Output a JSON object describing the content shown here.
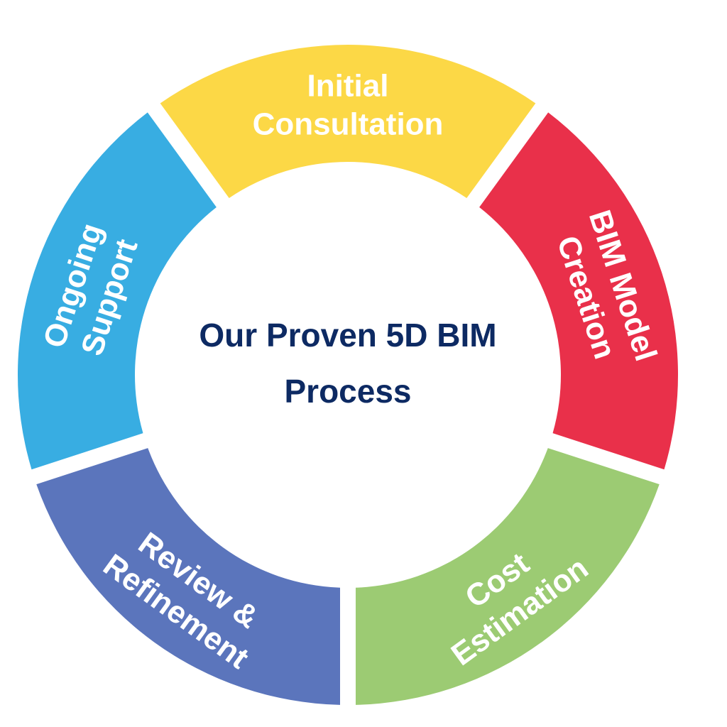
{
  "center": {
    "title_line1": "Our Proven 5D BIM",
    "title_line2": "Process"
  },
  "segments": [
    {
      "id": "initial-consultation",
      "line1": "Initial",
      "line2": "Consultation",
      "color": "#fcd846"
    },
    {
      "id": "bim-model-creation",
      "line1": "BIM Model",
      "line2": "Creation",
      "color": "#e9304a"
    },
    {
      "id": "cost-estimation",
      "line1": "Cost",
      "line2": "Estimation",
      "color": "#9ccb73"
    },
    {
      "id": "review-refinement",
      "line1": "Review &",
      "line2": "Refinement",
      "color": "#5b75bc"
    },
    {
      "id": "ongoing-support",
      "line1": "Ongoing",
      "line2": "Support",
      "color": "#38ade2"
    }
  ]
}
